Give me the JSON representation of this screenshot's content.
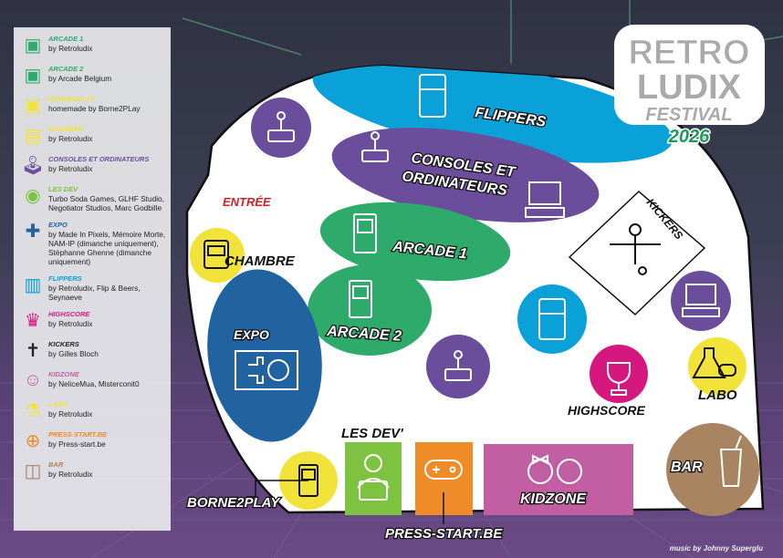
{
  "logo": {
    "line1": "RETRO",
    "line2": "LUDIX",
    "line3": "FESTIVAL",
    "year": "2026"
  },
  "credit": "music by Johnny Superglu",
  "legend": [
    {
      "title": "Arcade 1",
      "desc": "by Retroludix",
      "color": "#2eaa6a",
      "icon": "arcade-cabinet-icon"
    },
    {
      "title": "Arcade 2",
      "desc": "by Arcade Belgium",
      "color": "#2eaa6a",
      "icon": "arcade-cabinet-icon"
    },
    {
      "title": "Borne2Play",
      "desc": "homemade by Borne2PLay",
      "color": "#f2e33a",
      "icon": "arcade-cabinet-icon"
    },
    {
      "title": "Chambre",
      "desc": "by Retroludix",
      "color": "#f2e33a",
      "icon": "retro-tv-icon"
    },
    {
      "title": "Consoles et ordinateurs",
      "desc": "by Retroludix",
      "color": "#6b4e9b",
      "icon": "joystick-icon"
    },
    {
      "title": "Les Dev",
      "desc": "Turbo Soda Games, GLHF Studio, Negotiator Studios, Marc Godbille",
      "color": "#7ec242",
      "icon": "developer-laptop-icon"
    },
    {
      "title": "Expo",
      "desc": "by Made In Pixels, Mémoire Morte, NAM-IP (dimanche uniquement), Stéphanne Ghenne (dimanche uniquement)",
      "color": "#2163a0",
      "icon": "gamepad-icon"
    },
    {
      "title": "Flippers",
      "desc": "by Retroludix, Flip & Beers, Seynaeve",
      "color": "#0aa0d8",
      "icon": "pinball-icon"
    },
    {
      "title": "Highscore",
      "desc": "by Retroludix",
      "color": "#d6177f",
      "icon": "trophy-icon"
    },
    {
      "title": "Kickers",
      "desc": "by Gilles Bloch",
      "color": "#222222",
      "icon": "foosball-icon"
    },
    {
      "title": "Kidzone",
      "desc": "by NeliceMua, Misterconit0",
      "color": "#c25fa3",
      "icon": "kids-icon"
    },
    {
      "title": "Labo",
      "desc": "by Retroludix",
      "color": "#f2e33a",
      "icon": "flask-icon"
    },
    {
      "title": "Press-start.be",
      "desc": "by Press-start.be",
      "color": "#f08c28",
      "icon": "controller-icon"
    },
    {
      "title": "Bar",
      "desc": "by Retroludix",
      "color": "#a98460",
      "icon": "drink-icon"
    }
  ],
  "map": {
    "entrance": "ENTRÉE",
    "flippers": "FLIPPERS",
    "consoles_line1": "CONSOLES ET",
    "consoles_line2": "ORDINATEURS",
    "arcade1": "ARCADE 1",
    "arcade2": "ARCADE 2",
    "chambre": "CHAMBRE",
    "expo": "EXPO",
    "kickers": "KICKERS",
    "highscore": "HIGHSCORE",
    "labo": "LABO",
    "bar": "BAR",
    "lesdev": "LES DEV'",
    "kidzone": "KIDZONE",
    "borne2play": "BORNE2PLAY",
    "pressstart": "PRESS-START.BE"
  }
}
